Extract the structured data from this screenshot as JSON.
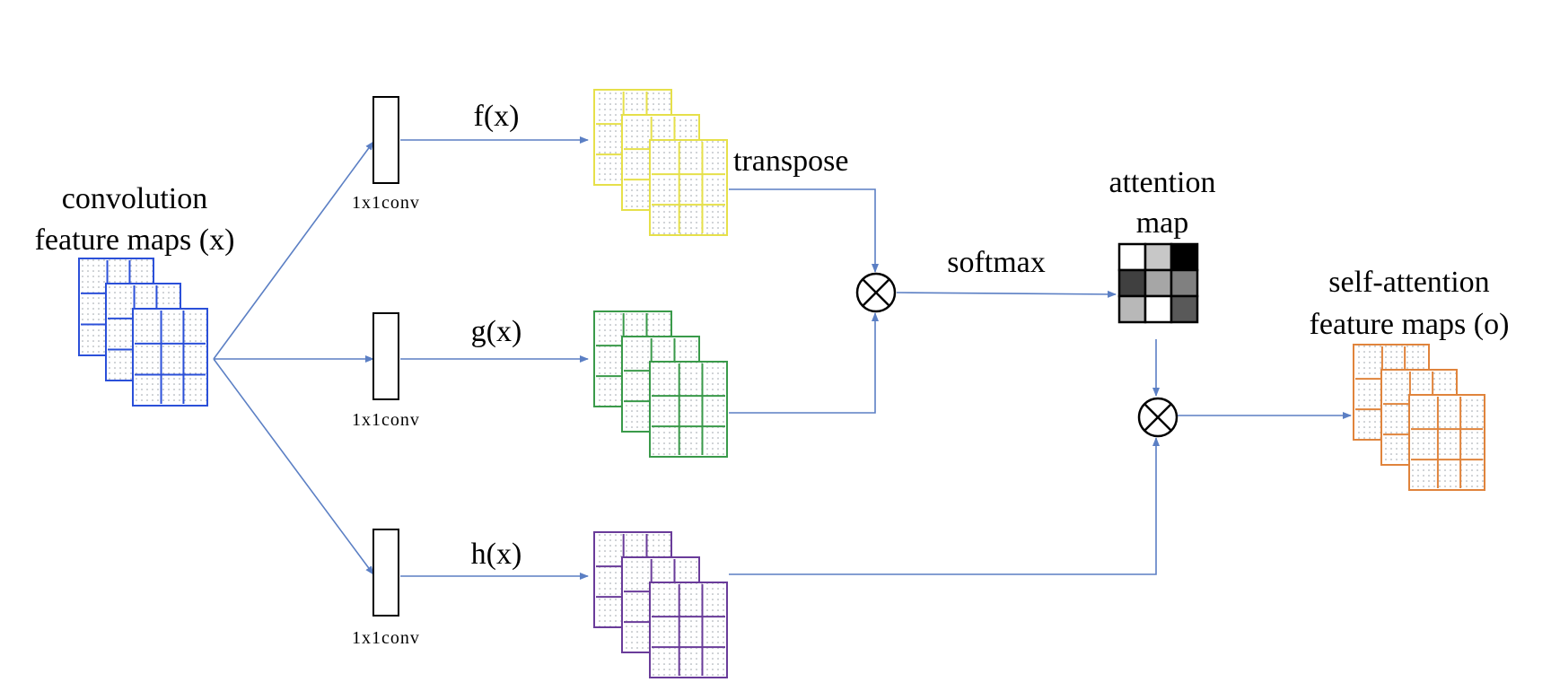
{
  "labels": {
    "input_line1": "convolution",
    "input_line2": "feature maps (x)",
    "conv_label": "1x1conv",
    "f_label": "f(x)",
    "g_label": "g(x)",
    "h_label": "h(x)",
    "transpose": "transpose",
    "softmax": "softmax",
    "attention_line1": "attention",
    "attention_line2": "map",
    "output_line1": "self-attention",
    "output_line2": "feature maps (o)"
  },
  "colors": {
    "input": "#2b50d9",
    "f": "#e6e04a",
    "g": "#3a9a4a",
    "h": "#6a3c9a",
    "output": "#e0843c",
    "arrow": "#5b7fc4"
  },
  "attention_matrix": [
    [
      1.0,
      0.78,
      0.0
    ],
    [
      0.25,
      0.65,
      0.5
    ],
    [
      0.72,
      1.0,
      0.35
    ]
  ],
  "operators": {
    "multiply_symbol": "⊗"
  }
}
